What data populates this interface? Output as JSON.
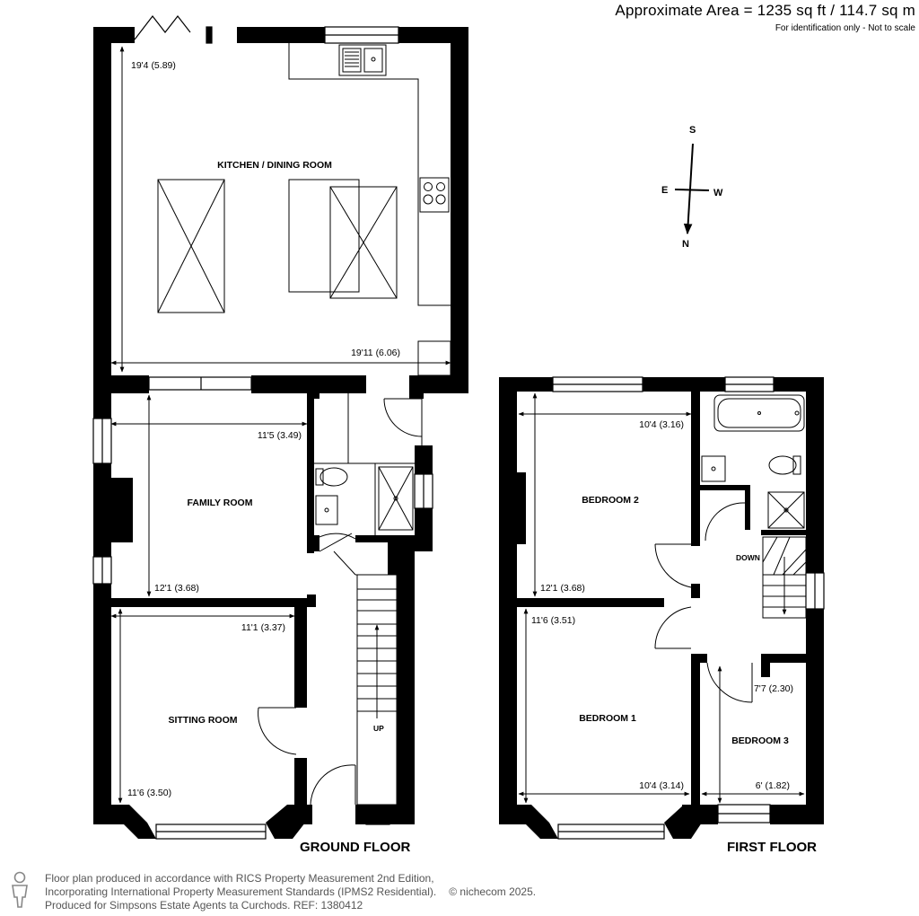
{
  "header": {
    "area": "Approximate Area = 1235 sq ft / 114.7 sq m",
    "note": "For identification only - Not to scale"
  },
  "compass": {
    "s": "S",
    "e": "E",
    "w": "W",
    "n": "N"
  },
  "rooms": {
    "kitchen": "KITCHEN / DINING ROOM",
    "family": "FAMILY ROOM",
    "sitting": "SITTING ROOM",
    "bedroom2": "BEDROOM 2",
    "bedroom1": "BEDROOM 1",
    "bedroom3": "BEDROOM 3"
  },
  "dimensions": {
    "kitchen_len": "19'4 (5.89)",
    "kitchen_wid": "19'11 (6.06)",
    "family_wid": "11'5 (3.49)",
    "family_len": "12'1 (3.68)",
    "sitting_wid": "11'1 (3.37)",
    "sitting_len": "11'6 (3.50)",
    "bed2_wid": "10'4 (3.16)",
    "bed2_len": "12'1 (3.68)",
    "bed1_len": "11'6 (3.51)",
    "bed1_wid": "10'4 (3.14)",
    "bed3_len": "7'7 (2.30)",
    "bed3_wid": "6' (1.82)"
  },
  "stairs": {
    "up": "UP",
    "down": "DOWN"
  },
  "floors": {
    "ground": "GROUND FLOOR",
    "first": "FIRST FLOOR"
  },
  "footer": {
    "line1": "Floor plan produced in accordance with RICS Property Measurement 2nd Edition,",
    "line2": "Incorporating International Property Measurement Standards (IPMS2 Residential).",
    "brand": "© nichecom 2025.",
    "line3": "Produced for Simpsons Estate Agents ta Curchods.   REF: 1380412"
  }
}
